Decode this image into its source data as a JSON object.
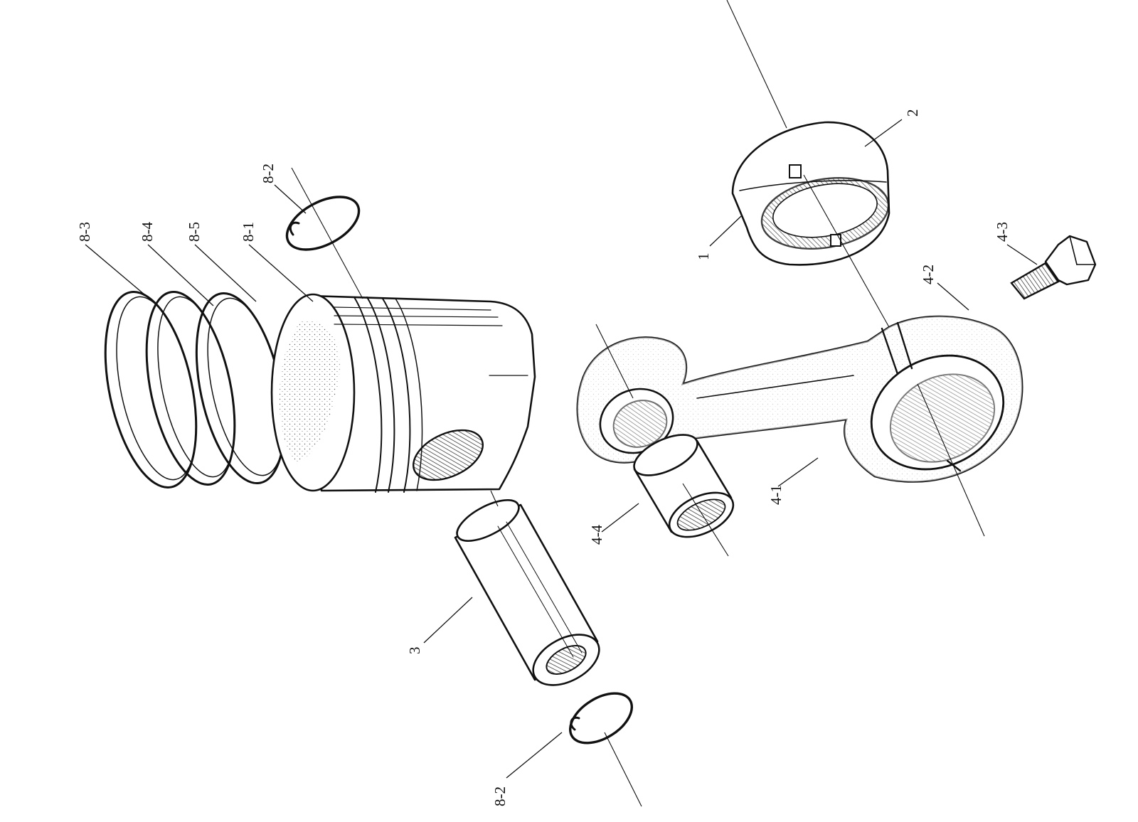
{
  "diagram": {
    "type": "exploded-parts-drawing",
    "labels": {
      "bearing_shell_1": "1",
      "bearing_shell_2": "2",
      "piston_pin": "3",
      "connecting_rod": "4-1",
      "rod_cap": "4-2",
      "rod_bolt": "4-3",
      "small_end_bush": "4-4",
      "piston": "8-1",
      "circlip_top": "8-2",
      "circlip_bottom": "8-2",
      "ring_top": "8-3",
      "ring_middle": "8-4",
      "ring_oil": "8-5"
    },
    "colors": {
      "ink": "#111111",
      "stipple": "#444444",
      "paper": "#ffffff"
    }
  }
}
